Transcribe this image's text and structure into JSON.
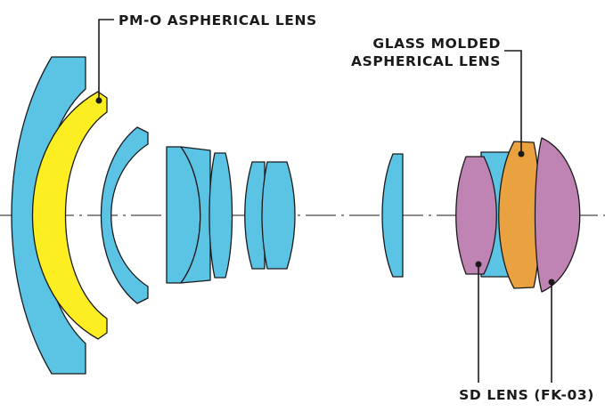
{
  "labels": {
    "pmo_aspherical": "PM-O ASPHERICAL LENS",
    "glass_molded_line1": "GLASS MOLDED",
    "glass_molded_line2": "ASPHERICAL LENS",
    "sd_lens": "SD LENS (FK-03)"
  },
  "colors": {
    "standard_lens": "#5bc3e4",
    "pmo_aspherical_lens": "#fcee21",
    "glass_molded_aspherical_lens": "#e9a23f",
    "sd_lens": "#c084b4",
    "outline": "#1a1a1a",
    "background": "#ffffff"
  }
}
